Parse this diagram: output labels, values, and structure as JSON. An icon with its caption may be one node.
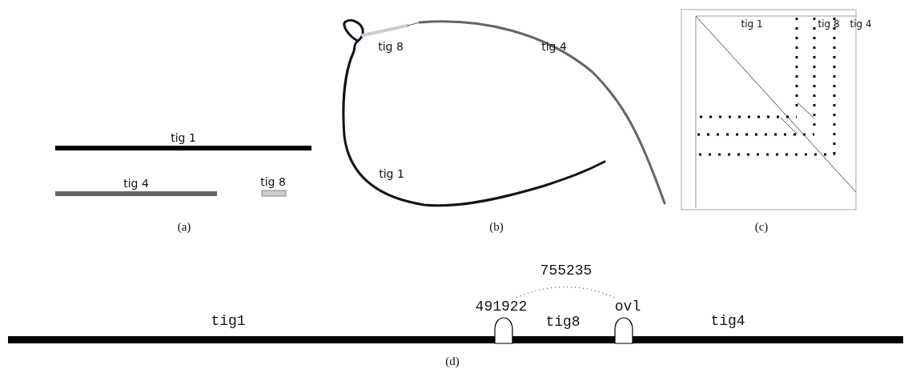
{
  "diagram": {
    "labels": [
      "tig 1",
      "tig 4",
      "tig 8",
      "(a)",
      "tig 8",
      "tig 4",
      "tig 1",
      "(b)",
      "tig 1",
      "tig 8",
      "tig 4",
      "(c)",
      "755235",
      "491922",
      "ovl",
      "tig1",
      "tig8",
      "tig4",
      "(d)"
    ]
  }
}
